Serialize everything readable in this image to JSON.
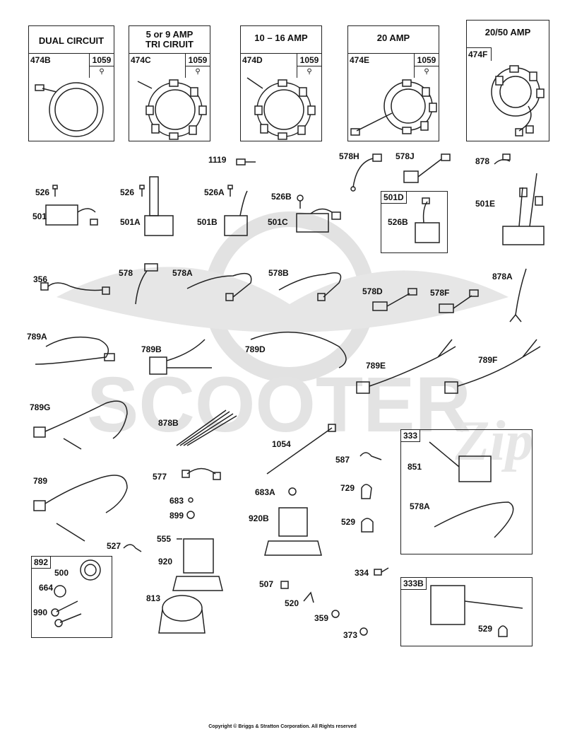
{
  "stators": [
    {
      "title": "DUAL CIRCUIT",
      "part": "474B",
      "hardware": "1059"
    },
    {
      "title": "5 or 9 AMP",
      "title2": "TRI CIRUIT",
      "part": "474C",
      "hardware": "1059"
    },
    {
      "title": "10 – 16 AMP",
      "part": "474D",
      "hardware": "1059"
    },
    {
      "title": "20 AMP",
      "part": "474E",
      "hardware": "1059"
    },
    {
      "title": "20/50 AMP",
      "part": "474F"
    }
  ],
  "groups": {
    "g501D": "501D",
    "g333": "333",
    "g892": "892",
    "g333B": "333B"
  },
  "labels": {
    "p1119": "1119",
    "p578H": "578H",
    "p578J": "578J",
    "p878": "878",
    "p526a": "526",
    "p526b": "526",
    "p526A": "526A",
    "p526B": "526B",
    "p526Bin": "526B",
    "p501": "501",
    "p501A": "501A",
    "p501B": "501B",
    "p501C": "501C",
    "p501E": "501E",
    "p356": "356",
    "p578": "578",
    "p578A": "578A",
    "p578B": "578B",
    "p578D": "578D",
    "p578F": "578F",
    "p878A": "878A",
    "p789A": "789A",
    "p789B": "789B",
    "p789D": "789D",
    "p789E": "789E",
    "p789F": "789F",
    "p789G": "789G",
    "p878B": "878B",
    "p1054": "1054",
    "p587": "587",
    "p851": "851",
    "p578A2": "578A",
    "p789": "789",
    "p577": "577",
    "p683": "683",
    "p683A": "683A",
    "p729": "729",
    "p899": "899",
    "p920B": "920B",
    "p529a": "529",
    "p555": "555",
    "p527": "527",
    "p920": "920",
    "p334": "334",
    "p500": "500",
    "p664": "664",
    "p990": "990",
    "p813": "813",
    "p507": "507",
    "p520": "520",
    "p359": "359",
    "p373": "373",
    "p529b": "529"
  },
  "watermark": "SCOOTER",
  "watermark2": "Zip",
  "copyright": "Copyright © Briggs & Stratton Corporation. All Rights reserved"
}
